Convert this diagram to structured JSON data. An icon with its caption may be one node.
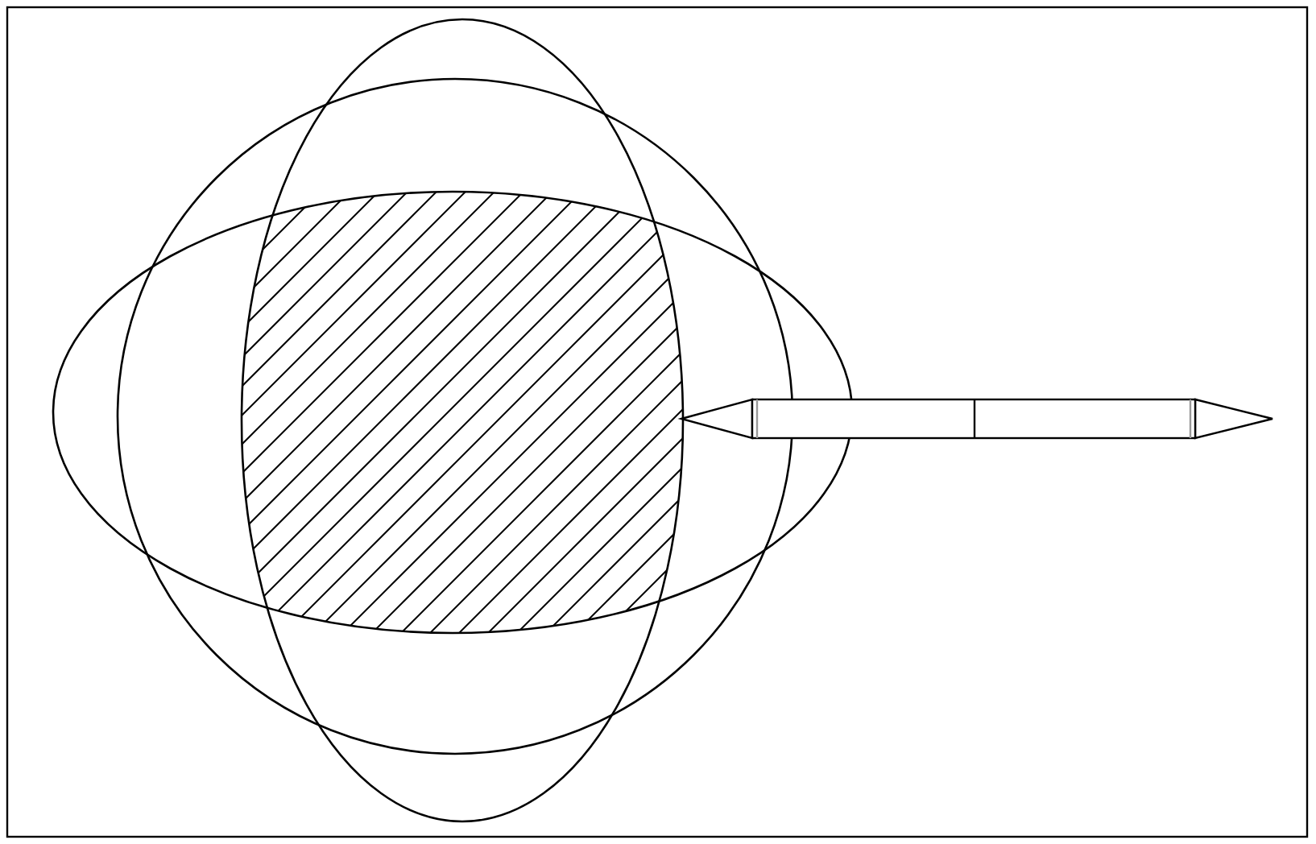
{
  "diagram": {
    "nodes": [
      {
        "text": [],
        "shape": "circle"
      },
      {
        "text": [],
        "shape": "ellipse"
      },
      {
        "text": [],
        "shape": "ellipse"
      }
    ]
  }
}
